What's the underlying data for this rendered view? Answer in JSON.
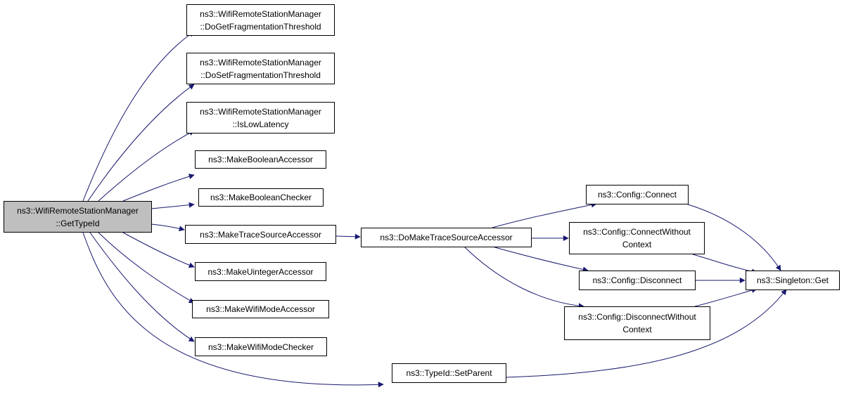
{
  "graph": {
    "root": {
      "line1": "ns3::WifiRemoteStationManager",
      "line2": "::GetTypeId"
    },
    "nodes": {
      "do_get_frag": {
        "line1": "ns3::WifiRemoteStationManager",
        "line2": "::DoGetFragmentationThreshold"
      },
      "do_set_frag": {
        "line1": "ns3::WifiRemoteStationManager",
        "line2": "::DoSetFragmentationThreshold"
      },
      "is_low_latency": {
        "line1": "ns3::WifiRemoteStationManager",
        "line2": "::IsLowLatency"
      },
      "make_bool_accessor": {
        "label": "ns3::MakeBooleanAccessor"
      },
      "make_bool_checker": {
        "label": "ns3::MakeBooleanChecker"
      },
      "make_trace_source_accessor": {
        "label": "ns3::MakeTraceSourceAccessor"
      },
      "make_uinteger_accessor": {
        "label": "ns3::MakeUintegerAccessor"
      },
      "make_wifimode_accessor": {
        "label": "ns3::MakeWifiModeAccessor"
      },
      "make_wifimode_checker": {
        "label": "ns3::MakeWifiModeChecker"
      },
      "typeid_setparent": {
        "label": "ns3::TypeId::SetParent"
      },
      "do_make_trace_source_accessor": {
        "label": "ns3::DoMakeTraceSourceAccessor"
      },
      "config_connect": {
        "label": "ns3::Config::Connect"
      },
      "config_connect_without_context": {
        "line1": "ns3::Config::ConnectWithout",
        "line2": "Context"
      },
      "config_disconnect": {
        "label": "ns3::Config::Disconnect"
      },
      "config_disconnect_without_context": {
        "line1": "ns3::Config::DisconnectWithout",
        "line2": "Context"
      },
      "singleton_get": {
        "label": "ns3::Singleton::Get"
      }
    },
    "colors": {
      "edge": "#191970",
      "root_fill": "#bfbfbf",
      "node_fill": "#ffffff",
      "border": "#000000"
    }
  }
}
